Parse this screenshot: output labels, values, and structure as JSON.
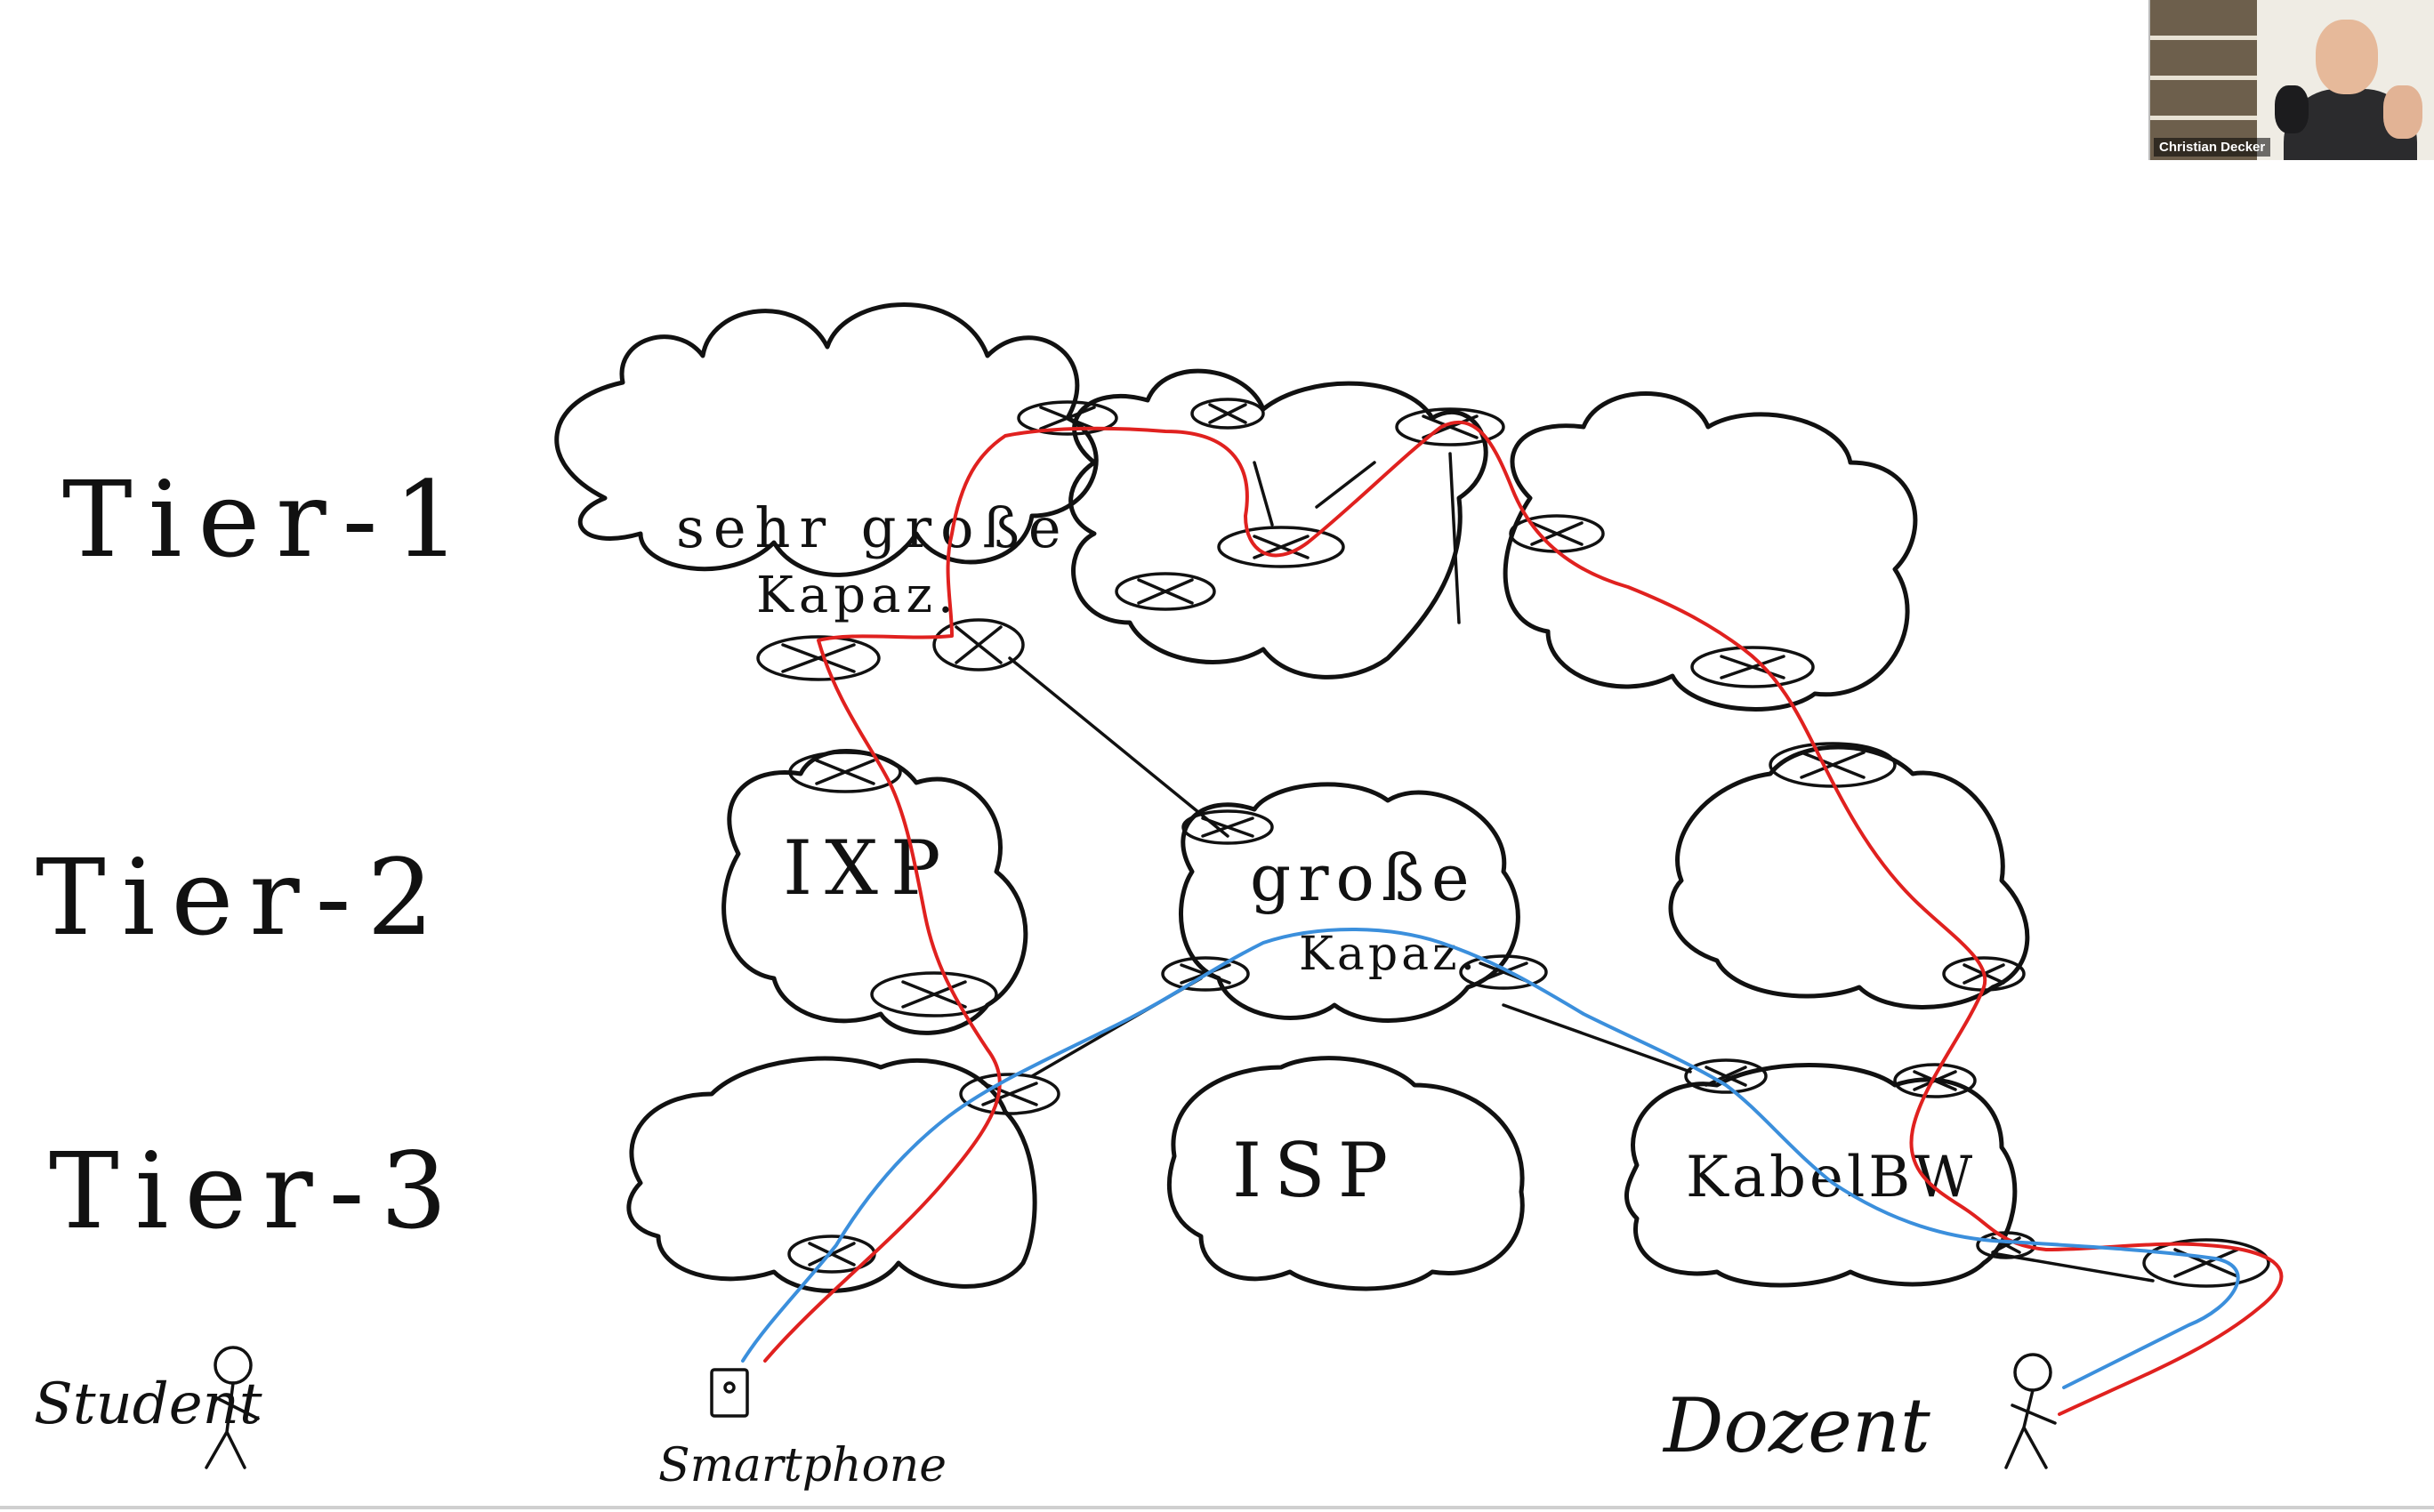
{
  "labels": {
    "tier1": "Tier-1",
    "tier2": "Tier-2",
    "tier3": "Tier-3",
    "student": "Student",
    "smartphone": "Smartphone",
    "dozent": "Dozent"
  },
  "clouds": {
    "tier1_left_line1": "sehr große",
    "tier1_left_line2": "Kapaz.",
    "tier2_left": "IXP",
    "tier2_center_line1": "große",
    "tier2_center_line2": "Kapaz.",
    "tier3_center": "ISP",
    "tier3_right": "KabelBW"
  },
  "webcam": {
    "participant_name": "Christian Decker"
  },
  "routes": {
    "red_color": "#e0211f",
    "blue_color": "#3b8fdc",
    "ink_color": "#111111"
  }
}
